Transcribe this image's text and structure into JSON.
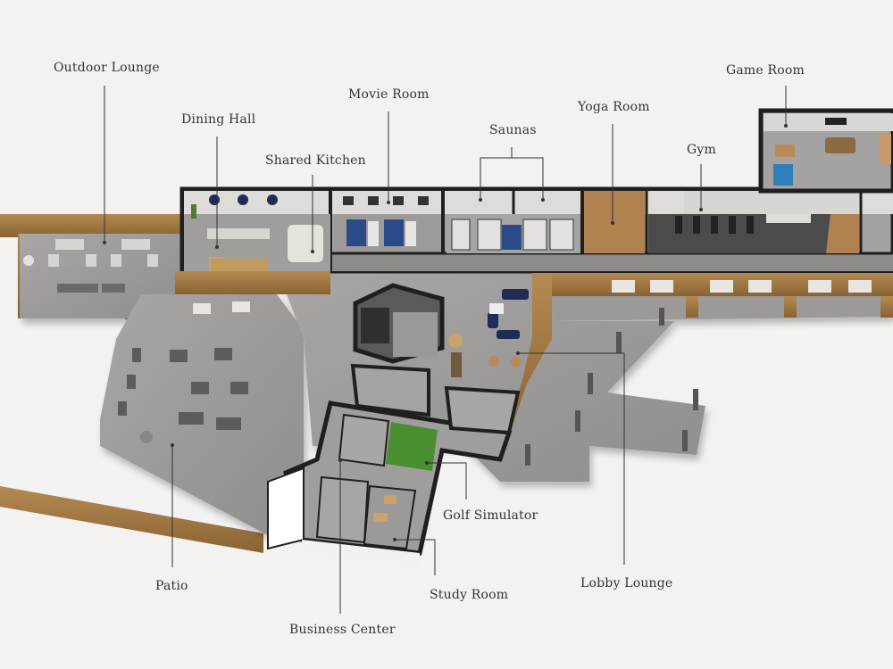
{
  "labels": {
    "outdoor_lounge": "Outdoor Lounge",
    "dining_hall": "Dining Hall",
    "shared_kitchen": "Shared Kitchen",
    "movie_room": "Movie Room",
    "saunas": "Saunas",
    "yoga_room": "Yoga Room",
    "gym": "Gym",
    "game_room": "Game Room",
    "golf_simulator": "Golf Simulator",
    "lobby_lounge": "Lobby Lounge",
    "study_room": "Study Room",
    "patio": "Patio",
    "business_center": "Business Center"
  },
  "colors": {
    "background": "#f3f2f1",
    "floor": "#9d9c9b",
    "wall": "#1f1f1f",
    "wood": "#9b7440",
    "leader_line": "#333333",
    "golf_turf": "#4a8f2f",
    "ping_pong": "#2f7fb8",
    "sofa": "#1f2d55"
  }
}
